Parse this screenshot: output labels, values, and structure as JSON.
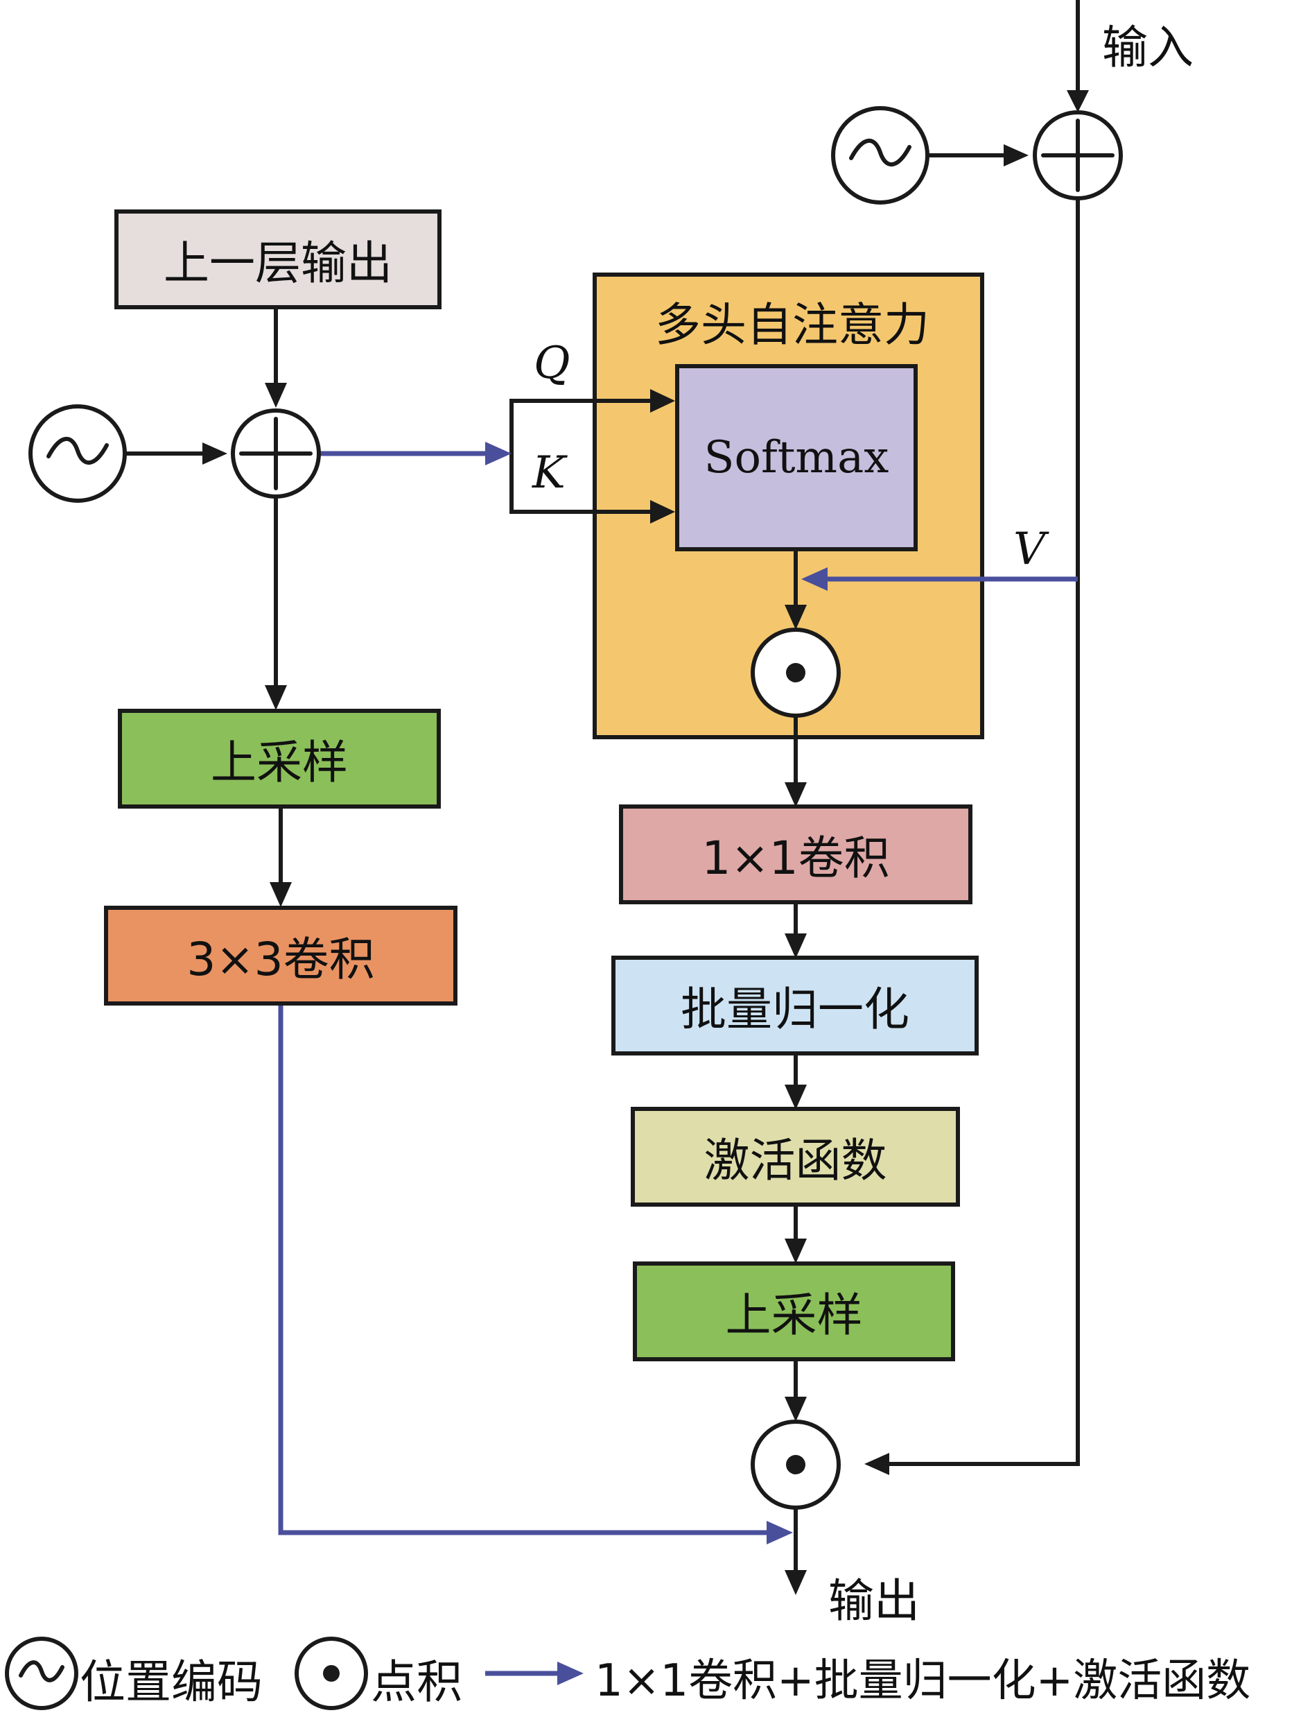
{
  "colors": {
    "line": "#1a1a1a",
    "flow_blue": "#4a4f9c",
    "attention_bg": "#f4c76e",
    "softmax_bg": "#c6bedd",
    "prev_output_bg": "#e5dedd",
    "upsample_bg": "#8bbf5a",
    "conv3_bg": "#e99363",
    "conv1_bg": "#dea8a6",
    "batchnorm_bg": "#cde3f3",
    "activation_bg": "#dfdeab"
  },
  "nodes": {
    "input": "输入",
    "prev_output": "上一层输出",
    "attention_title": "多头自注意力",
    "softmax": "Softmax",
    "q": "Q",
    "k": "K",
    "v": "V",
    "upsample_left": "上采样",
    "conv3x3": "3×3卷积",
    "conv1x1": "1×1卷积",
    "batchnorm": "批量归一化",
    "activation": "激活函数",
    "upsample_right": "上采样",
    "output": "输出"
  },
  "legend": {
    "positional_encoding": "位置编码",
    "dot_product": "点积",
    "blue_arrow": "1×1卷积+批量归一化+激活函数"
  }
}
